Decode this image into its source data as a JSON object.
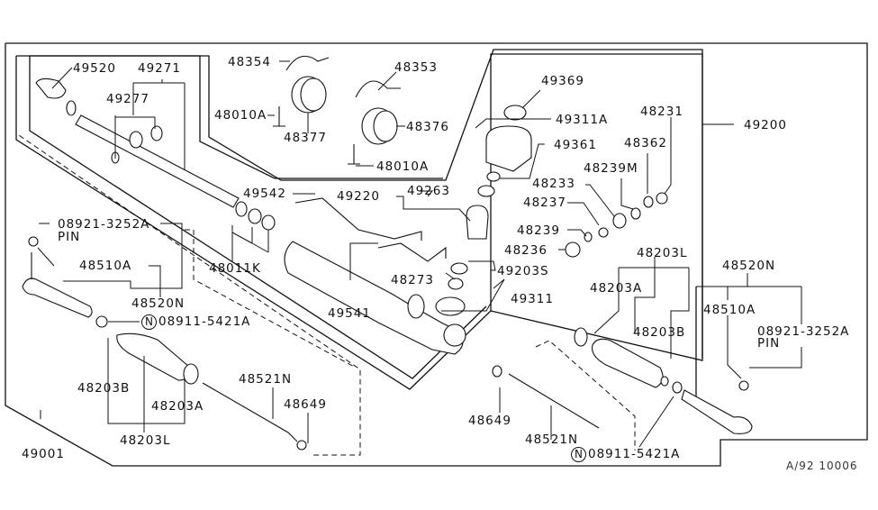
{
  "diagram": {
    "title": "Power steering gear & linkage parts diagram",
    "catalog_code": "A/92 10006",
    "labels": {
      "p49520": "49520",
      "p49271": "49271",
      "p49277": "49277",
      "p48354": "48354",
      "p48010A_1": "48010A",
      "p48377": "48377",
      "p48353": "48353",
      "p48376": "48376",
      "p48010A_2": "48010A",
      "p49369": "49369",
      "p49311A": "49311A",
      "p49361": "49361",
      "p48231": "48231",
      "p49200": "49200",
      "p48362": "48362",
      "p48239M": "48239M",
      "p48233": "48233",
      "p48237": "48237",
      "p48239": "48239",
      "p48236": "48236",
      "p49203S": "49203S",
      "p49311": "49311",
      "p49542": "49542",
      "p49220": "49220",
      "p49263": "49263",
      "p48273": "48273",
      "p49541": "49541",
      "p48011K": "48011K",
      "p08921_L": "08921-3252A",
      "pin_L": "PIN",
      "p48510A_L": "48510A",
      "p48520N_L": "48520N",
      "p08911_L": "08911-5421A",
      "n_symbol": "N",
      "p48203B_L": "48203B",
      "p48203A_L": "48203A",
      "p48203L_L": "48203L",
      "p48521N_L": "48521N",
      "p48649_L": "48649",
      "p49001": "49001",
      "p48203L_R": "48203L",
      "p48203A_R": "48203A",
      "p48203B_R": "48203B",
      "p48520N_R": "48520N",
      "p48510A_R": "48510A",
      "p08921_R": "08921-3252A",
      "pin_R": "PIN",
      "p48649_R": "48649",
      "p48521N_R": "48521N",
      "p08911_R": "08911-5421A"
    }
  }
}
